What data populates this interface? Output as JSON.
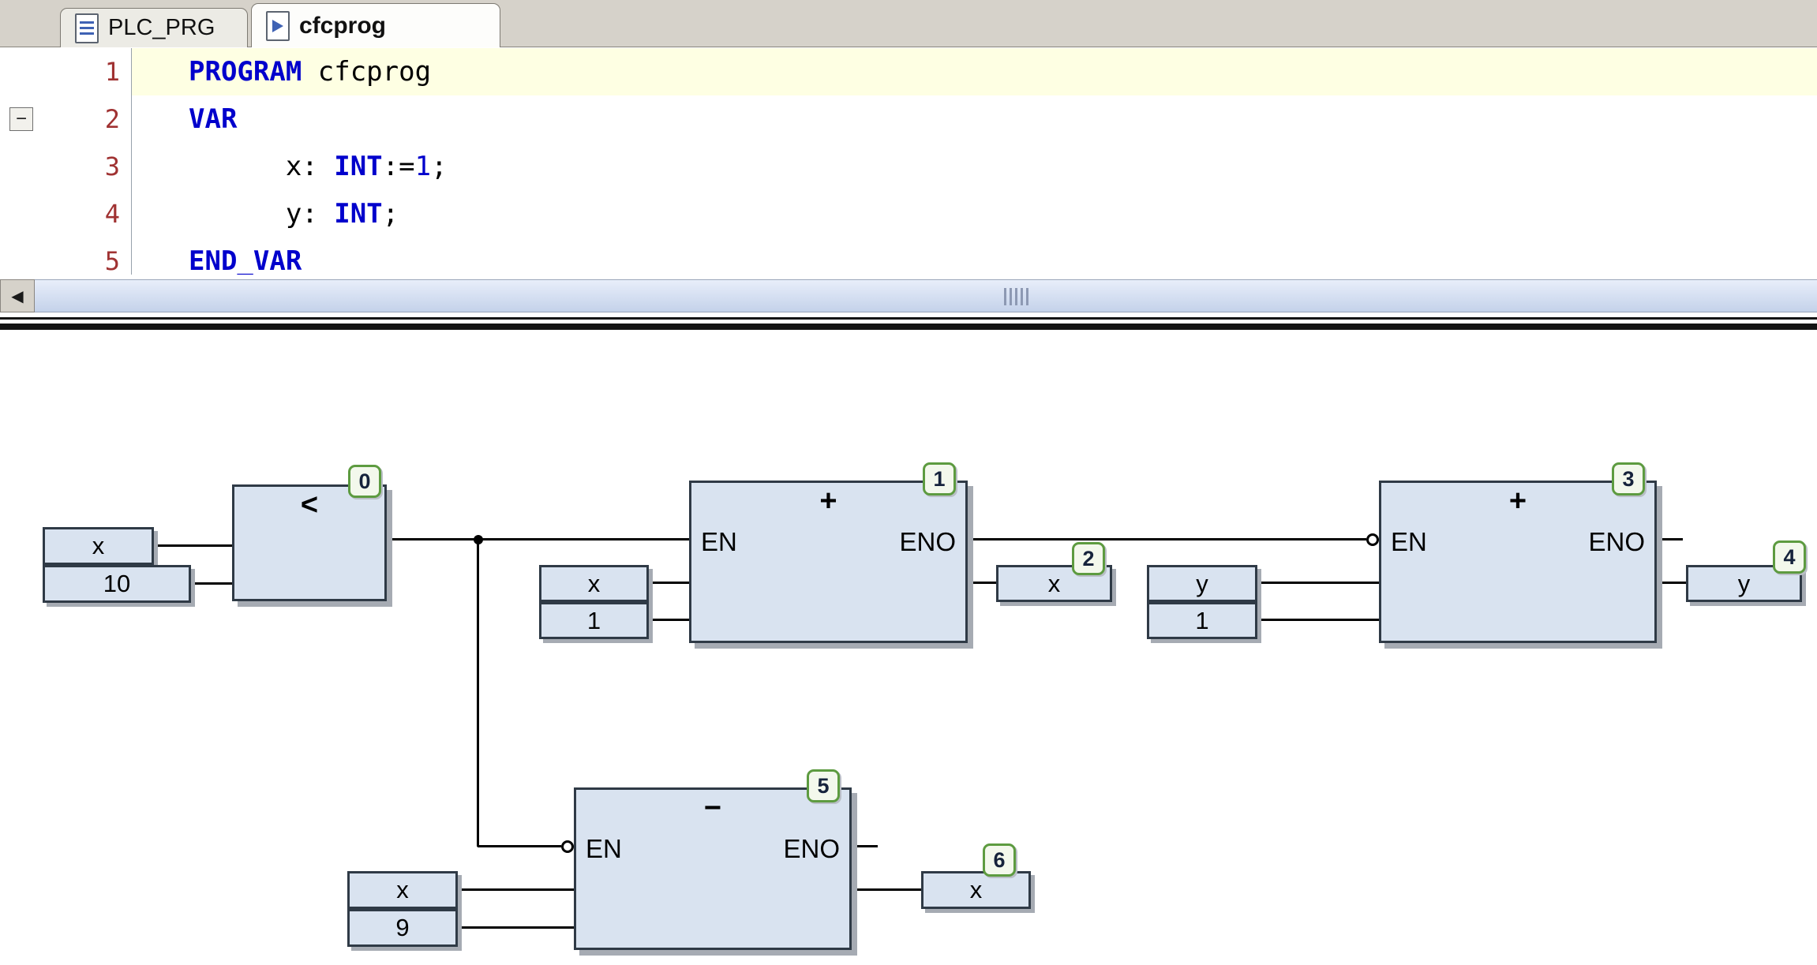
{
  "window": {
    "tabs": [
      {
        "label": "PLC_PRG",
        "icon": "document-lines-icon"
      },
      {
        "label": "cfcprog",
        "icon": "cfc-document-icon",
        "active": true
      }
    ]
  },
  "editor": {
    "fold_marker": "−",
    "lines": [
      {
        "number": "1",
        "highlighted": true,
        "tokens": [
          {
            "text": "PROGRAM",
            "style": "kw"
          },
          {
            "text": " cfcprog",
            "style": "plain"
          }
        ]
      },
      {
        "number": "2",
        "folded": false,
        "tokens": [
          {
            "text": "VAR",
            "style": "kw"
          }
        ]
      },
      {
        "number": "3",
        "tokens": [
          {
            "text": "      x: ",
            "style": "plain"
          },
          {
            "text": "INT",
            "style": "kw"
          },
          {
            "text": ":=",
            "style": "plain"
          },
          {
            "text": "1",
            "style": "num"
          },
          {
            "text": ";",
            "style": "plain"
          }
        ]
      },
      {
        "number": "4",
        "tokens": [
          {
            "text": "      y: ",
            "style": "plain"
          },
          {
            "text": "INT",
            "style": "kw"
          },
          {
            "text": ";",
            "style": "plain"
          }
        ]
      },
      {
        "number": "5",
        "tokens": [
          {
            "text": "END_VAR",
            "style": "kw"
          }
        ]
      }
    ]
  },
  "scrollbar": {
    "left_arrow": "◀"
  },
  "cfc": {
    "blocks": [
      {
        "badge": "0",
        "title": "<",
        "inputs": [
          "x",
          "10"
        ]
      },
      {
        "badge": "1",
        "title": "+",
        "en": "EN",
        "eno": "ENO",
        "inputs": [
          "x",
          "1"
        ],
        "output": "x",
        "output_badge": "2"
      },
      {
        "badge": "3",
        "title": "+",
        "en": "EN",
        "eno": "ENO",
        "en_negated": true,
        "inputs": [
          "y",
          "1"
        ],
        "output": "y",
        "output_badge": "4"
      },
      {
        "badge": "5",
        "title": "−",
        "en": "EN",
        "eno": "ENO",
        "en_negated": true,
        "inputs": [
          "x",
          "9"
        ],
        "output": "x",
        "output_badge": "6"
      }
    ]
  },
  "colors": {
    "keyword_blue": "#0000cc",
    "line_number_red": "#a03232",
    "block_fill": "#d9e3f0",
    "block_border": "#2f3a46",
    "badge_green": "#5d9b40",
    "current_line_yellow": "#feffe3",
    "scroll_track_blue": "#c4d2ea",
    "tab_bar_gray": "#d6d2ca"
  }
}
